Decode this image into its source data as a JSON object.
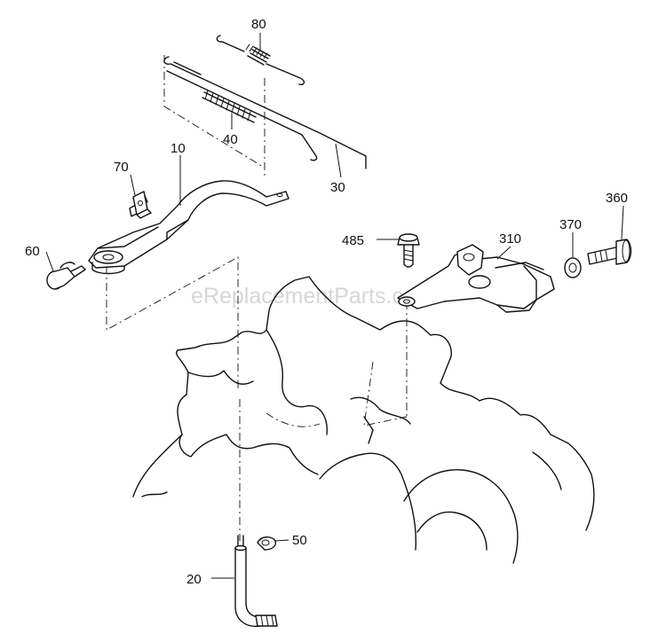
{
  "watermark": "eReplacementParts.com",
  "labels": {
    "p10": "10",
    "p20": "20",
    "p30": "30",
    "p40": "40",
    "p50": "50",
    "p60": "60",
    "p70": "70",
    "p80": "80",
    "p310": "310",
    "p360": "360",
    "p370": "370",
    "p485": "485"
  }
}
